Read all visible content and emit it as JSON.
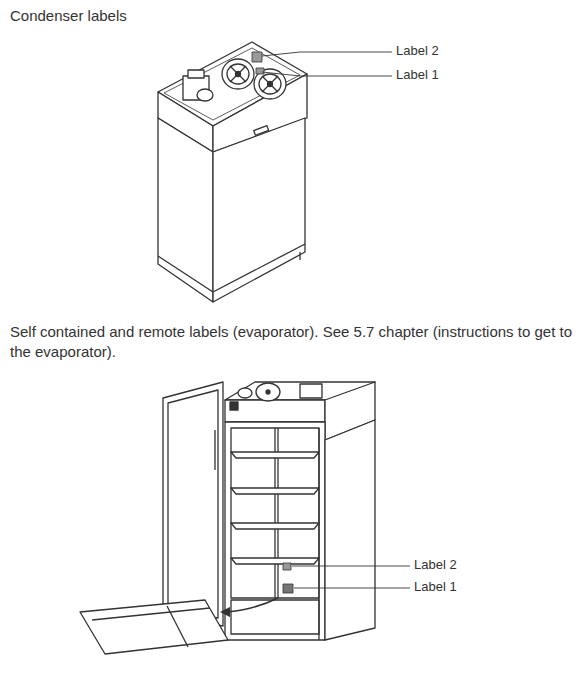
{
  "diagram": {
    "labels": [
      "Condenser labels",
      "Label 2",
      "Label 1",
      "Self contained and remote labels (evaporator). See 5.7 chapter (instructions to get to the evaporator).",
      "Label 2",
      "Label 1"
    ]
  }
}
